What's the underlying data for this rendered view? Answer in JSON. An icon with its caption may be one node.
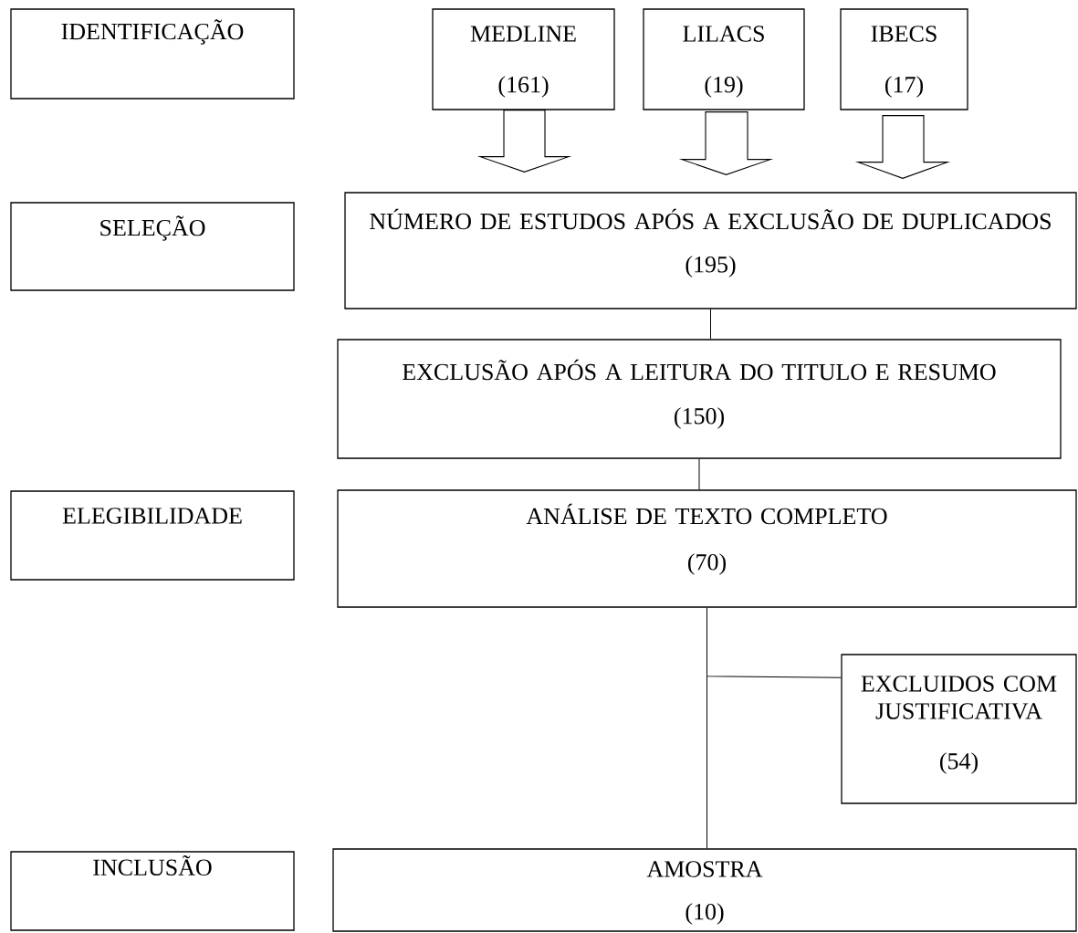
{
  "diagram": {
    "nodes": [
      {
        "text": [
          "IDENTIFICAÇÃO"
        ]
      },
      {
        "text": [
          "MEDLINE",
          "(161)"
        ]
      },
      {
        "text": [
          "LILACS",
          "(19)"
        ]
      },
      {
        "text": [
          "IBECS",
          "(17)"
        ]
      },
      {
        "text": [
          "SELEÇÃO"
        ]
      },
      {
        "text": [
          "NÚMERO DE ESTUDOS APÓS A EXCLUSÃO DE DUPLICADOS",
          "(195)"
        ]
      },
      {
        "text": [
          "EXCLUSÃO APÓS A LEITURA DO TITULO E RESUMO",
          "(150)"
        ]
      },
      {
        "text": [
          "ELEGIBILIDADE"
        ]
      },
      {
        "text": [
          "ANÁLISE DE TEXTO COMPLETO",
          "(70)"
        ]
      },
      {
        "text": [
          "EXCLUIDOS COM JUSTIFICATIVA",
          "(54)"
        ]
      },
      {
        "text": [
          "INCLUSÃO"
        ]
      },
      {
        "text": [
          "AMOSTRA",
          "(10)"
        ]
      }
    ],
    "edges": [
      {
        "from": 1,
        "to": 5,
        "arrow": "to"
      },
      {
        "from": 2,
        "to": 5,
        "arrow": "to"
      },
      {
        "from": 3,
        "to": 5,
        "arrow": "to"
      },
      {
        "from": 5,
        "to": 6,
        "arrow": "none"
      },
      {
        "from": 6,
        "to": 8,
        "arrow": "none"
      },
      {
        "from": 8,
        "to": 11,
        "arrow": "none"
      },
      {
        "from": 8,
        "to": 9,
        "arrow": "none"
      }
    ]
  }
}
